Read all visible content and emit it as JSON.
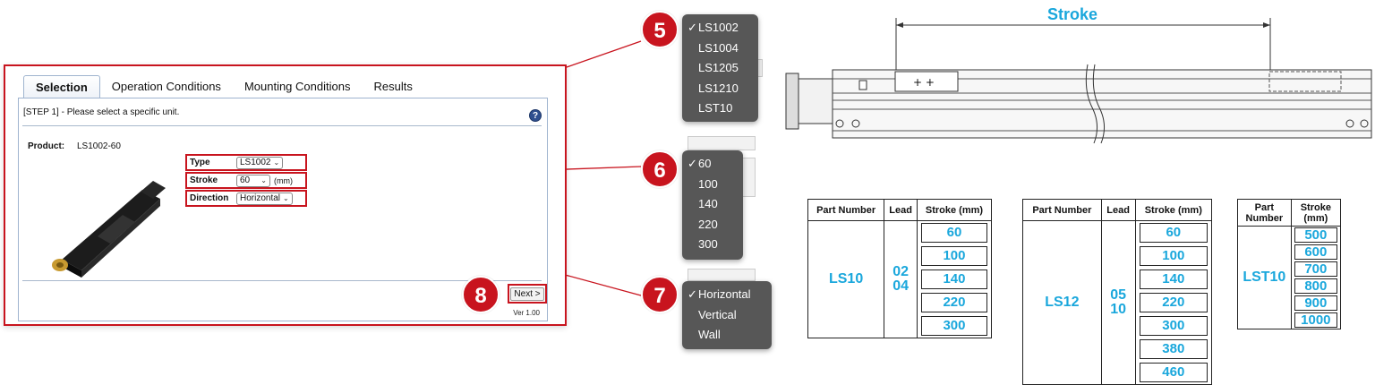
{
  "app": {
    "tabs": [
      "Selection",
      "Operation Conditions",
      "Mounting Conditions",
      "Results"
    ],
    "active_tab": "Selection",
    "step_text": "[STEP 1] - Please select a specific unit.",
    "help_glyph": "?",
    "product_label": "Product:",
    "product_value": "LS1002-60",
    "fields": {
      "type": {
        "label": "Type",
        "value": "LS1002"
      },
      "stroke": {
        "label": "Stroke",
        "value": "60",
        "unit": "(mm)"
      },
      "direction": {
        "label": "Direction",
        "value": "Horizontal"
      }
    },
    "next_label": "Next >",
    "version": "Ver 1.00"
  },
  "badges": {
    "five": "5",
    "six": "6",
    "seven": "7",
    "eight": "8"
  },
  "menus": {
    "type_options": [
      "LS1002",
      "LS1004",
      "LS1205",
      "LS1210",
      "LST10"
    ],
    "type_selected": "LS1002",
    "stroke_options": [
      "60",
      "100",
      "140",
      "220",
      "300"
    ],
    "stroke_selected": "60",
    "direction_options": [
      "Horizontal",
      "Vertical",
      "Wall"
    ],
    "direction_selected": "Horizontal",
    "check_glyph": "✓"
  },
  "drawing": {
    "stroke_label": "Stroke",
    "accent_color": "#1aa7dc"
  },
  "tables": {
    "ls10": {
      "headers": [
        "Part Number",
        "Lead",
        "Stroke (mm)"
      ],
      "part": "LS10",
      "lead": [
        "02",
        "04"
      ],
      "strokes": [
        "60",
        "100",
        "140",
        "220",
        "300"
      ]
    },
    "ls12": {
      "headers": [
        "Part Number",
        "Lead",
        "Stroke (mm)"
      ],
      "part": "LS12",
      "lead": [
        "05",
        "10"
      ],
      "strokes": [
        "60",
        "100",
        "140",
        "220",
        "300",
        "380",
        "460"
      ]
    },
    "lst10": {
      "headers": [
        "Part Number",
        "Stroke (mm)"
      ],
      "part": "LST10",
      "strokes": [
        "500",
        "600",
        "700",
        "800",
        "900",
        "1000"
      ]
    }
  }
}
